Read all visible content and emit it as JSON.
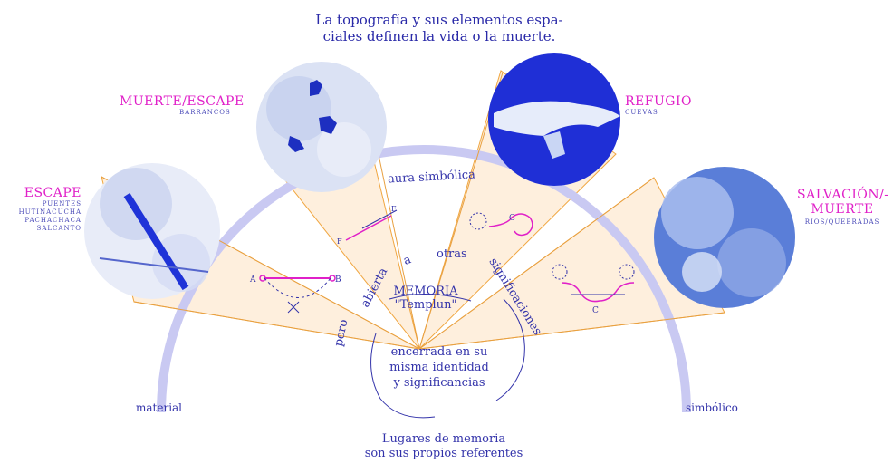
{
  "title_lines": [
    "La topografía y sus elementos espa-",
    "ciales definen la vida o la muerte."
  ],
  "categories": {
    "escape": {
      "label": "ESCAPE",
      "sub": [
        "PUENTES",
        "HUTINACUCHA",
        "PACHACHACA",
        "SALCANTO"
      ]
    },
    "muerte_escape": {
      "label": "MUERTE/ESCAPE",
      "sub": [
        "BARRANCOS"
      ]
    },
    "refugio": {
      "label": "REFUGIO",
      "sub": [
        "CUEVAS"
      ]
    },
    "salvacion": {
      "label": [
        "SALVACIÓN/-",
        "MUERTE"
      ],
      "sub": [
        "RIOS/QUEBRADAS"
      ]
    }
  },
  "arc_labels": {
    "aura": "aura simbólica",
    "otras": "otras",
    "a": "a",
    "abierta": "abierta",
    "pero": "pero",
    "significaciones": "significaciones",
    "material": "material",
    "simbolico": "simbólico"
  },
  "center": {
    "memoria": "MEMORIA",
    "templun": "\"Templun\"",
    "enclosed": [
      "encerrada en su",
      "misma identidad",
      "y significancias"
    ]
  },
  "footer": [
    "Lugares de memoria",
    "son sus propios referentes"
  ],
  "sketch_letters": {
    "a": "A",
    "b": "B",
    "c": "C",
    "e": "E",
    "f": "F"
  },
  "colors": {
    "accent_magenta": "#e020c8",
    "text_blue": "#2a2aa8",
    "arc": "#c8c8f0",
    "fan_fill": "#fde9d2",
    "fan_line": "#f0a640"
  }
}
